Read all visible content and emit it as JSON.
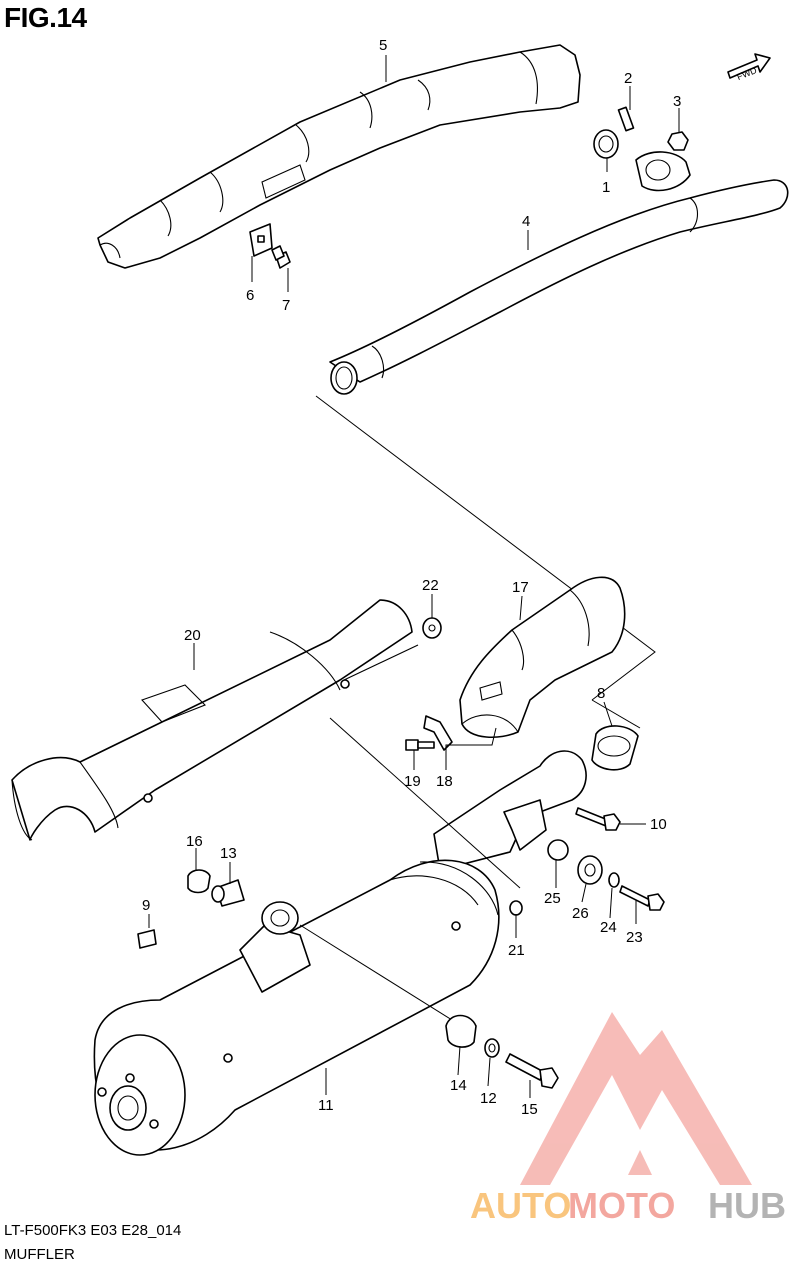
{
  "figure": {
    "title": "FIG.14",
    "caption_code": "LT-F500FK3 E03 E28_014",
    "caption_name": "MUFFLER",
    "direction_label": "FWD"
  },
  "parts": [
    {
      "id": "1",
      "label": "1"
    },
    {
      "id": "2",
      "label": "2"
    },
    {
      "id": "3",
      "label": "3"
    },
    {
      "id": "4",
      "label": "4"
    },
    {
      "id": "5",
      "label": "5"
    },
    {
      "id": "6",
      "label": "6"
    },
    {
      "id": "7",
      "label": "7"
    },
    {
      "id": "8",
      "label": "8"
    },
    {
      "id": "9",
      "label": "9"
    },
    {
      "id": "10",
      "label": "10"
    },
    {
      "id": "11",
      "label": "11"
    },
    {
      "id": "12",
      "label": "12"
    },
    {
      "id": "13",
      "label": "13"
    },
    {
      "id": "14",
      "label": "14"
    },
    {
      "id": "15",
      "label": "15"
    },
    {
      "id": "16",
      "label": "16"
    },
    {
      "id": "17",
      "label": "17"
    },
    {
      "id": "18",
      "label": "18"
    },
    {
      "id": "19",
      "label": "19"
    },
    {
      "id": "20",
      "label": "20"
    },
    {
      "id": "21",
      "label": "21"
    },
    {
      "id": "22",
      "label": "22"
    },
    {
      "id": "23",
      "label": "23"
    },
    {
      "id": "24",
      "label": "24"
    },
    {
      "id": "25",
      "label": "25"
    },
    {
      "id": "26",
      "label": "26"
    }
  ],
  "watermark": {
    "word_a": "AUTO",
    "word_b": "MOTO",
    "word_c": "HUB",
    "color_a": "#f7b254",
    "color_b": "#f08a80",
    "color_c": "#9a9a9a",
    "logo_color": "#f4a6a0"
  }
}
